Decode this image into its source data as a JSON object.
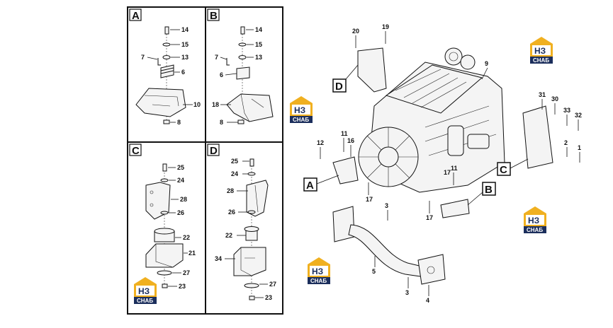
{
  "detail_views": [
    {
      "letter": "A",
      "callouts": [
        "14",
        "15",
        "7",
        "13",
        "6",
        "10",
        "8"
      ]
    },
    {
      "letter": "B",
      "callouts": [
        "14",
        "15",
        "7",
        "13",
        "6",
        "18",
        "8"
      ]
    },
    {
      "letter": "C",
      "callouts": [
        "25",
        "24",
        "28",
        "26",
        "22",
        "21",
        "27",
        "23"
      ]
    },
    {
      "letter": "D",
      "callouts": [
        "25",
        "24",
        "28",
        "26",
        "22",
        "34",
        "27",
        "23"
      ]
    }
  ],
  "main_view": {
    "view_markers": [
      "D",
      "A",
      "B",
      "C"
    ],
    "callouts": [
      "20",
      "19",
      "9",
      "31",
      "30",
      "33",
      "32",
      "12",
      "11",
      "16",
      "2",
      "1",
      "17",
      "11",
      "17",
      "3",
      "5",
      "3",
      "4"
    ]
  },
  "logo": {
    "mark": "НЗ",
    "caption": "СНАБ"
  },
  "colors": {
    "logo_gold": "#f0b020",
    "logo_navy": "#1b2e5c",
    "line": "#111111"
  }
}
